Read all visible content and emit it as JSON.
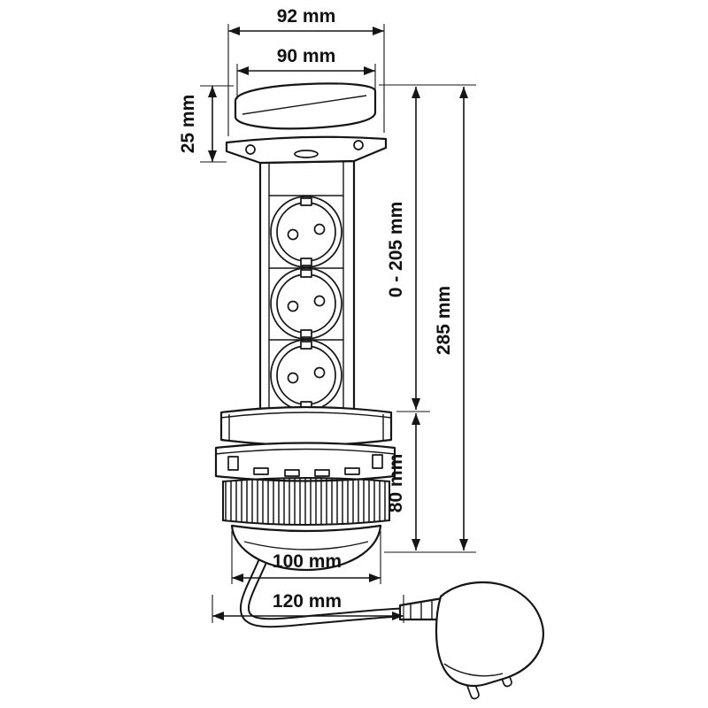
{
  "diagram": {
    "dimensions": {
      "outer_width": "92 mm",
      "lid_width": "90 mm",
      "lid_height": "25 mm",
      "extension_range": "0 - 205 mm",
      "total_height": "285 mm",
      "base_height": "80 mm",
      "base_width": "100 mm",
      "mounting_width": "120 mm"
    }
  }
}
